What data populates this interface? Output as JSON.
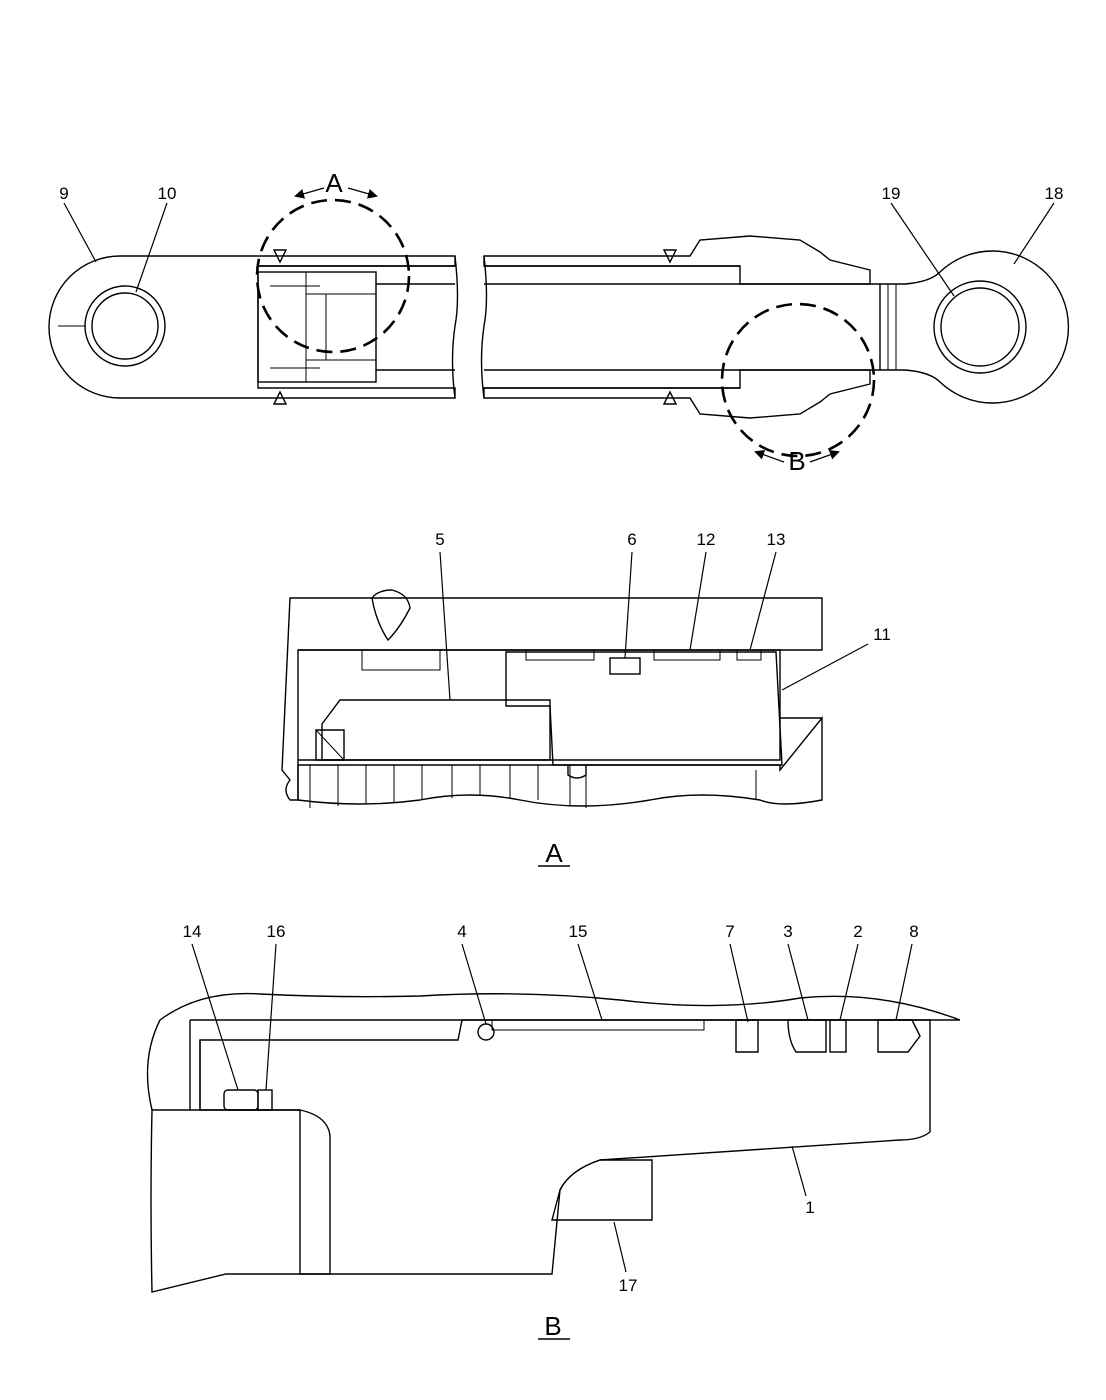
{
  "overview": {
    "callouts": {
      "c9": "9",
      "c10": "10",
      "c19": "19",
      "c18": "18"
    },
    "detail_marks": {
      "a": "A",
      "b": "B"
    }
  },
  "detail_a": {
    "callouts": {
      "c5": "5",
      "c6": "6",
      "c12": "12",
      "c13": "13",
      "c11": "11"
    },
    "caption": "A"
  },
  "detail_b": {
    "callouts": {
      "c14": "14",
      "c16": "16",
      "c4": "4",
      "c15": "15",
      "c7": "7",
      "c3": "3",
      "c2": "2",
      "c8": "8",
      "c1": "1",
      "c17": "17"
    },
    "caption": "B"
  }
}
